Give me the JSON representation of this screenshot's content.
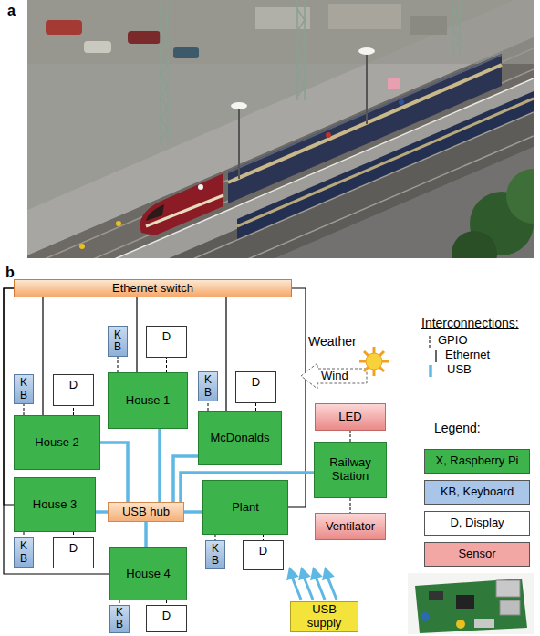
{
  "diagram": {
    "nodes": [
      {
        "text": [
          "Ethernet switch"
        ]
      },
      {
        "text": [
          "K B"
        ]
      },
      {
        "text": [
          "D"
        ]
      },
      {
        "text": [
          "House 1"
        ]
      },
      {
        "text": [
          "K B"
        ]
      },
      {
        "text": [
          "D"
        ]
      },
      {
        "text": [
          "K B"
        ]
      },
      {
        "text": [
          "D"
        ]
      },
      {
        "text": [
          "House 2"
        ]
      },
      {
        "text": [
          "McDonalds"
        ]
      },
      {
        "text": [
          "LED"
        ]
      },
      {
        "text": [
          "Railway Station"
        ]
      },
      {
        "text": [
          "House 3"
        ]
      },
      {
        "text": [
          "USB hub"
        ]
      },
      {
        "text": [
          "Plant"
        ]
      },
      {
        "text": [
          "Ventilator"
        ]
      },
      {
        "text": [
          "K B"
        ]
      },
      {
        "text": [
          "D"
        ]
      },
      {
        "text": [
          "K B"
        ]
      },
      {
        "text": [
          "D"
        ]
      },
      {
        "text": [
          "House 4"
        ]
      },
      {
        "text": [
          "K B"
        ]
      },
      {
        "text": [
          "D"
        ]
      },
      {
        "text": [
          "USB supply"
        ]
      }
    ],
    "edges": [
      {
        "from": 0,
        "to": 3,
        "arrow": "none"
      },
      {
        "from": 0,
        "to": 8,
        "arrow": "none"
      },
      {
        "from": 0,
        "to": 9,
        "arrow": "none"
      },
      {
        "from": 0,
        "to": 12,
        "arrow": "none"
      },
      {
        "from": 0,
        "to": 14,
        "arrow": "none"
      },
      {
        "from": 0,
        "to": 20,
        "arrow": "none"
      },
      {
        "from": 13,
        "to": 3,
        "arrow": "none"
      },
      {
        "from": 13,
        "to": 8,
        "arrow": "none"
      },
      {
        "from": 13,
        "to": 9,
        "arrow": "none"
      },
      {
        "from": 13,
        "to": 11,
        "arrow": "none"
      },
      {
        "from": 13,
        "to": 12,
        "arrow": "none"
      },
      {
        "from": 13,
        "to": 14,
        "arrow": "none"
      },
      {
        "from": 13,
        "to": 20,
        "arrow": "none"
      },
      {
        "from": 3,
        "to": 1,
        "arrow": "none"
      },
      {
        "from": 3,
        "to": 2,
        "arrow": "none"
      },
      {
        "from": 8,
        "to": 4,
        "arrow": "none"
      },
      {
        "from": 8,
        "to": 5,
        "arrow": "none"
      },
      {
        "from": 9,
        "to": 6,
        "arrow": "none"
      },
      {
        "from": 9,
        "to": 7,
        "arrow": "none"
      },
      {
        "from": 11,
        "to": 10,
        "arrow": "none"
      },
      {
        "from": 11,
        "to": 15,
        "arrow": "none"
      },
      {
        "from": 12,
        "to": 16,
        "arrow": "none"
      },
      {
        "from": 12,
        "to": 17,
        "arrow": "none"
      },
      {
        "from": 14,
        "to": 18,
        "arrow": "none"
      },
      {
        "from": 14,
        "to": 19,
        "arrow": "none"
      },
      {
        "from": 20,
        "to": 21,
        "arrow": "none"
      },
      {
        "from": 20,
        "to": 22,
        "arrow": "none"
      }
    ],
    "labels": [
      "a",
      "b",
      "Weather",
      "Wind",
      "Interconnections:",
      "Legend:"
    ],
    "legend": [
      {
        "text": "GPIO"
      },
      {
        "text": "Ethernet"
      },
      {
        "text": "USB"
      },
      {
        "text": "X, Raspberry Pi",
        "color": "#3cb44b"
      },
      {
        "text": "KB, Keyboard",
        "color": "#a9c6e8"
      },
      {
        "text": "D, Display",
        "color": "#ffffff"
      },
      {
        "text": "Sensor",
        "color": "#f2a7a5"
      }
    ]
  }
}
